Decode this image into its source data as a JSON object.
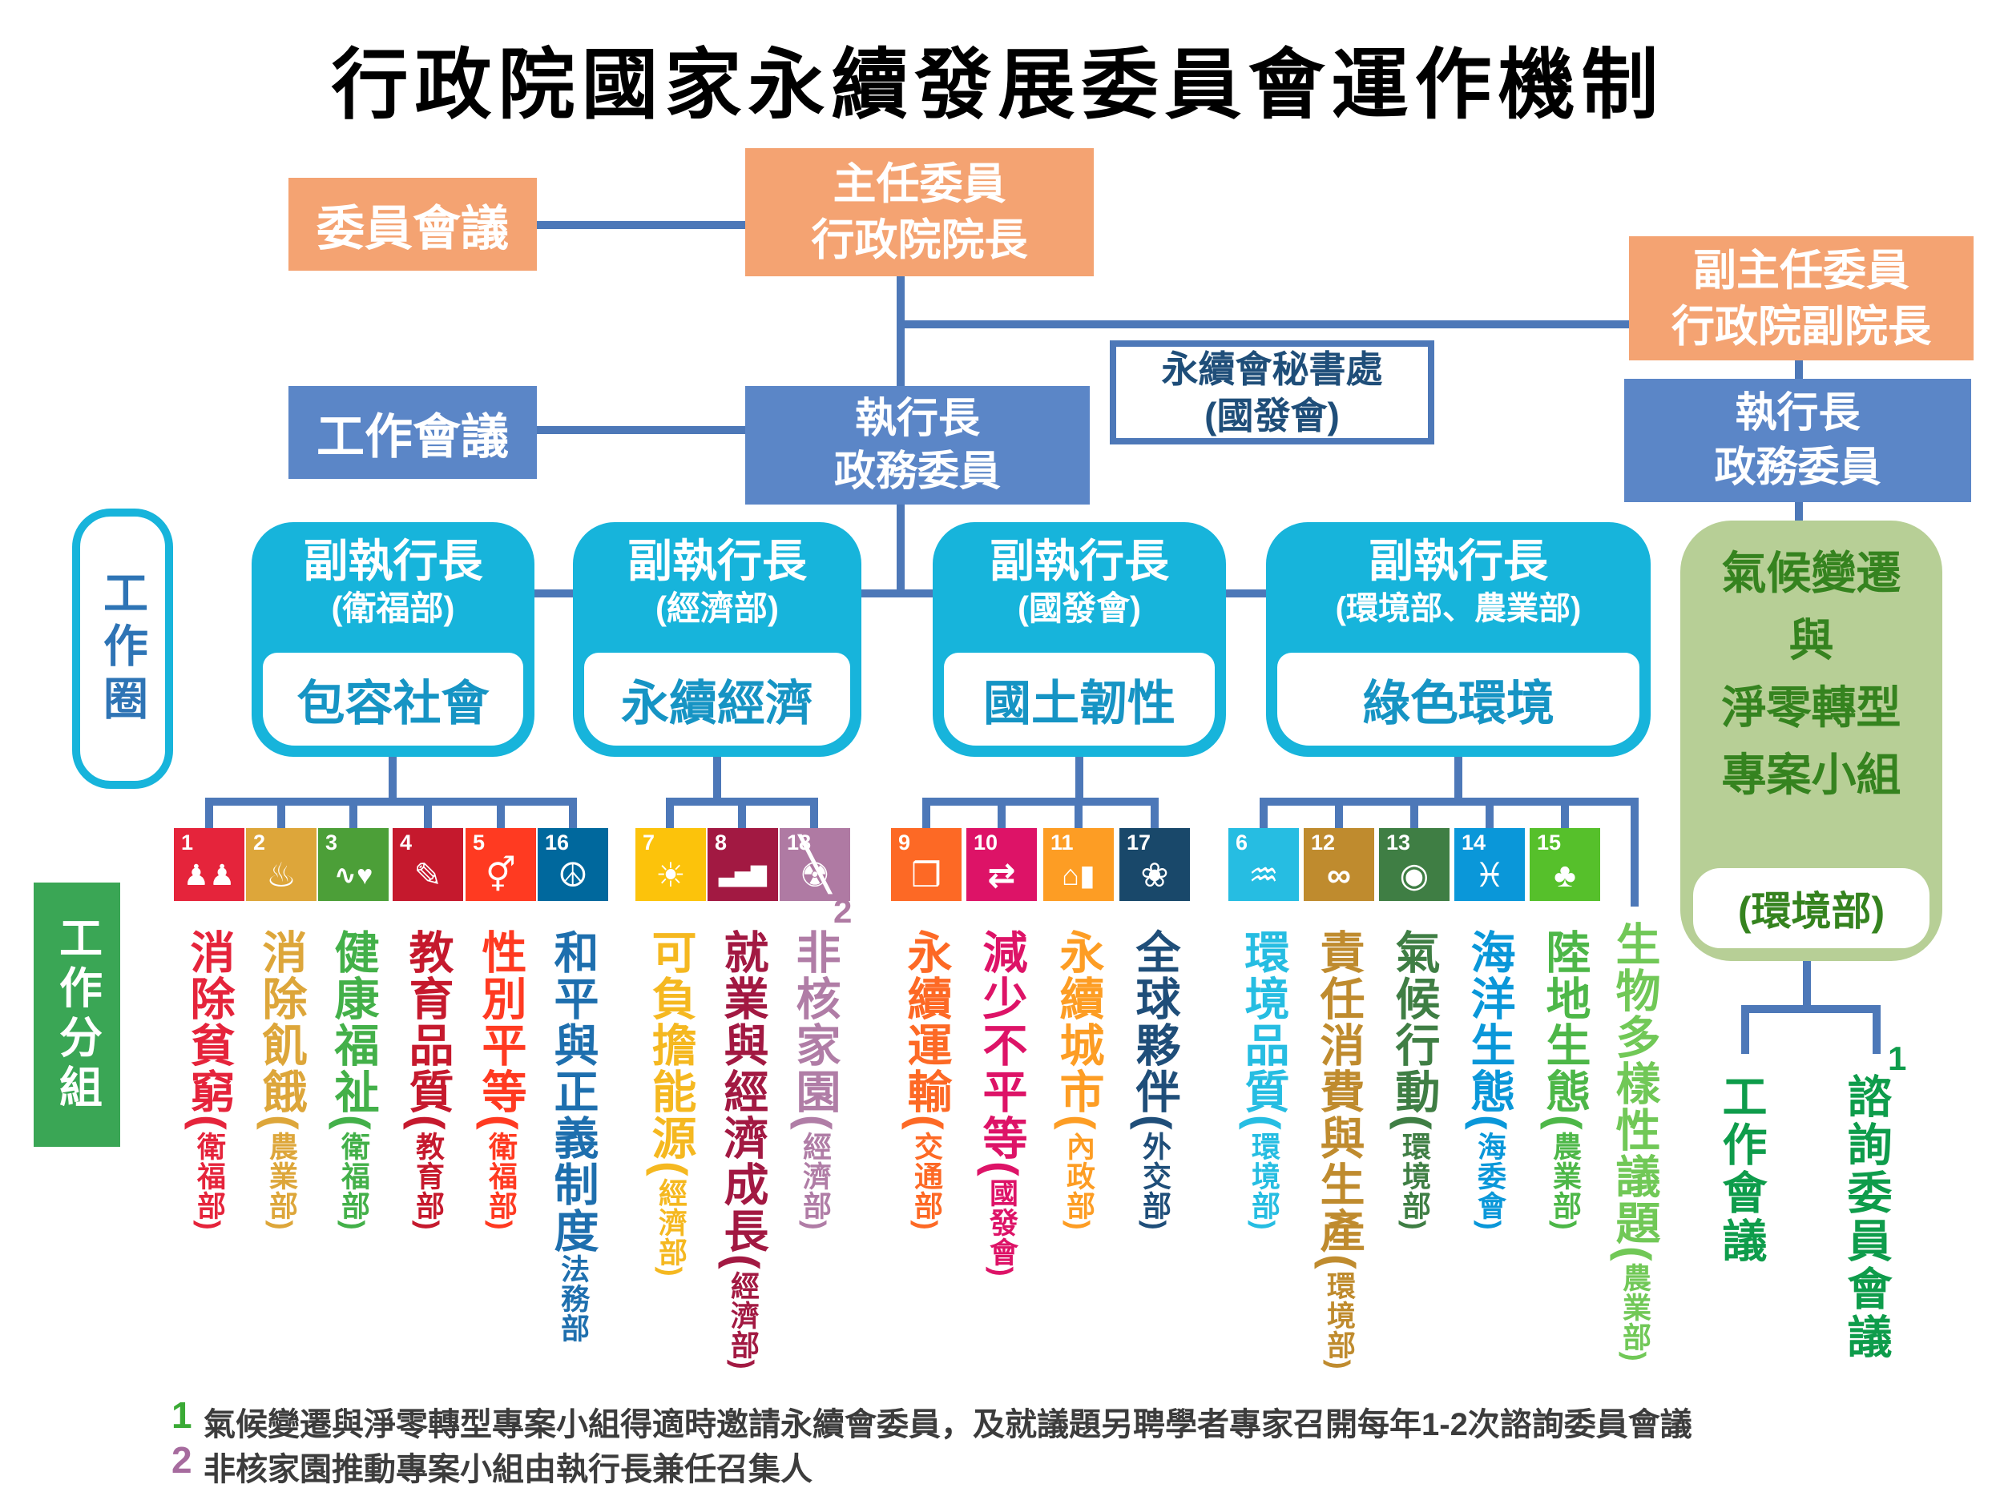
{
  "title": "行政院國家永續發展委員會運作機制",
  "boxes": {
    "committee_meeting": "委員會議",
    "chair": {
      "line1": "主任委員",
      "line2": "行政院院長"
    },
    "vice_chair": {
      "line1": "副主任委員",
      "line2": "行政院副院長"
    },
    "work_meeting": "工作會議",
    "ceo": {
      "line1": "執行長",
      "line2": "政務委員"
    },
    "ceo_right": {
      "line1": "執行長",
      "line2": "政務委員"
    },
    "secretariat": {
      "line1": "永續會秘書處",
      "line2": "(國發會)"
    },
    "work_circle": "工作圈",
    "work_group": "工作分組"
  },
  "deputies": [
    {
      "title": "副執行長",
      "org": "(衛福部)",
      "name": "包容社會"
    },
    {
      "title": "副執行長",
      "org": "(經濟部)",
      "name": "永續經濟"
    },
    {
      "title": "副執行長",
      "org": "(國發會)",
      "name": "國土韌性"
    },
    {
      "title": "副執行長",
      "org": "(環境部、農業部)",
      "name": "綠色環境"
    }
  ],
  "project_box": {
    "line1": "氣候變遷",
    "line2": "與",
    "line3": "淨零轉型",
    "line4": "專案小組",
    "org": "(環境部)",
    "children": {
      "left": "工作會議",
      "right": "諮詢委員會議",
      "right_sup": "1"
    }
  },
  "groups": [
    {
      "name": "包容社會",
      "items": [
        {
          "num": "1",
          "glyph": "♟♟",
          "color": "#E5243B",
          "label_color": "#E5243B",
          "label": "消除貧窮(",
          "ministry": "衛福部)"
        },
        {
          "num": "2",
          "glyph": "♨",
          "color": "#DDA63A",
          "label_color": "#DDA63A",
          "label": "消除飢餓(",
          "ministry": "農業部)"
        },
        {
          "num": "3",
          "glyph": "∿♥",
          "color": "#4C9F38",
          "label_color": "#43B049",
          "label": "健康福祉(",
          "ministry": "衛福部)"
        },
        {
          "num": "4",
          "glyph": "✎",
          "color": "#C5192D",
          "label_color": "#C5192D",
          "label": "教育品質(",
          "ministry": "教育部)"
        },
        {
          "num": "5",
          "glyph": "⚥",
          "color": "#FF3A21",
          "label_color": "#FF3A21",
          "label": "性別平等(",
          "ministry": "衛福部)"
        },
        {
          "num": "16",
          "glyph": "☮",
          "color": "#00689D",
          "label_color": "#1E6FAE",
          "label": "和平與正義制度",
          "ministry": "法務部"
        }
      ]
    },
    {
      "name": "永續經濟",
      "items": [
        {
          "num": "7",
          "glyph": "☀",
          "color": "#FCC30B",
          "label_color": "#F5B820",
          "label": "可負擔能源(",
          "ministry": "經濟部)"
        },
        {
          "num": "8",
          "glyph": "▃▅▇",
          "color": "#A21942",
          "label_color": "#A21942",
          "label": "就業與經濟成長(",
          "ministry": "經濟部)"
        },
        {
          "num": "18",
          "glyph": "☢",
          "overlay": "╲",
          "color": "#AF7AA3",
          "label_color": "#B07DA6",
          "label": "非核家園(",
          "ministry": "經濟部)",
          "sup": "2"
        }
      ]
    },
    {
      "name": "國土韌性",
      "items": [
        {
          "num": "9",
          "glyph": "❒",
          "color": "#FD6925",
          "label_color": "#FD6925",
          "label": "永續運輸(",
          "ministry": "交通部)"
        },
        {
          "num": "10",
          "glyph": "⇄",
          "color": "#DD1367",
          "label_color": "#DD1367",
          "label": "減少不平等(",
          "ministry": "國發會)"
        },
        {
          "num": "11",
          "glyph": "⌂▮",
          "color": "#FD9D24",
          "label_color": "#FD9D24",
          "label": "永續城市(",
          "ministry": "內政部)"
        },
        {
          "num": "17",
          "glyph": "❀",
          "color": "#19486A",
          "label_color": "#1F4E79",
          "label": "全球夥伴(",
          "ministry": "外交部)"
        }
      ]
    },
    {
      "name": "綠色環境",
      "items": [
        {
          "num": "6",
          "glyph": "♒",
          "color": "#26BDE2",
          "label_color": "#26BDE2",
          "label": "環境品質(",
          "ministry": "環境部)"
        },
        {
          "num": "12",
          "glyph": "∞",
          "color": "#BF8B2E",
          "label_color": "#BF8B2E",
          "label": "責任消費與生產(",
          "ministry": "環境部)"
        },
        {
          "num": "13",
          "glyph": "◉",
          "color": "#3F7E44",
          "label_color": "#3F7E44",
          "label": "氣候行動(",
          "ministry": "環境部)"
        },
        {
          "num": "14",
          "glyph": "♓",
          "color": "#0A97D9",
          "label_color": "#0A97D9",
          "label": "海洋生態(",
          "ministry": "海委會)"
        },
        {
          "num": "15",
          "glyph": "♣",
          "color": "#56C02B",
          "label_color": "#4DB748",
          "label": "陸地生態(",
          "ministry": "農業部)"
        },
        {
          "label": "生物多樣性議題(",
          "ministry": "農業部)",
          "label_color": "#71C857"
        }
      ]
    }
  ],
  "footnotes": [
    {
      "num": "1",
      "num_color": "#3AAA35",
      "text": "氣候變遷與淨零轉型專案小組得適時邀請永續會委員，及就議題另聘學者專家召開每年1-2次諮詢委員會議"
    },
    {
      "num": "2",
      "num_color": "#A66B9E",
      "text": "非核家園推動專案小組由執行長兼任召集人"
    }
  ],
  "colors": {
    "orange": "#F4A372",
    "blue": "#5B86C7",
    "cyan": "#17B4DB",
    "connector": "#4D78B8",
    "work_group_green": "#3AA655",
    "project_green": "#B7CF96",
    "project_text": "#35831F",
    "meeting_green": "#0E9C4B",
    "secretariat_text": "#1F4E79",
    "deputy_name": "#1694C4",
    "work_circle_text": "#2E74B5"
  }
}
